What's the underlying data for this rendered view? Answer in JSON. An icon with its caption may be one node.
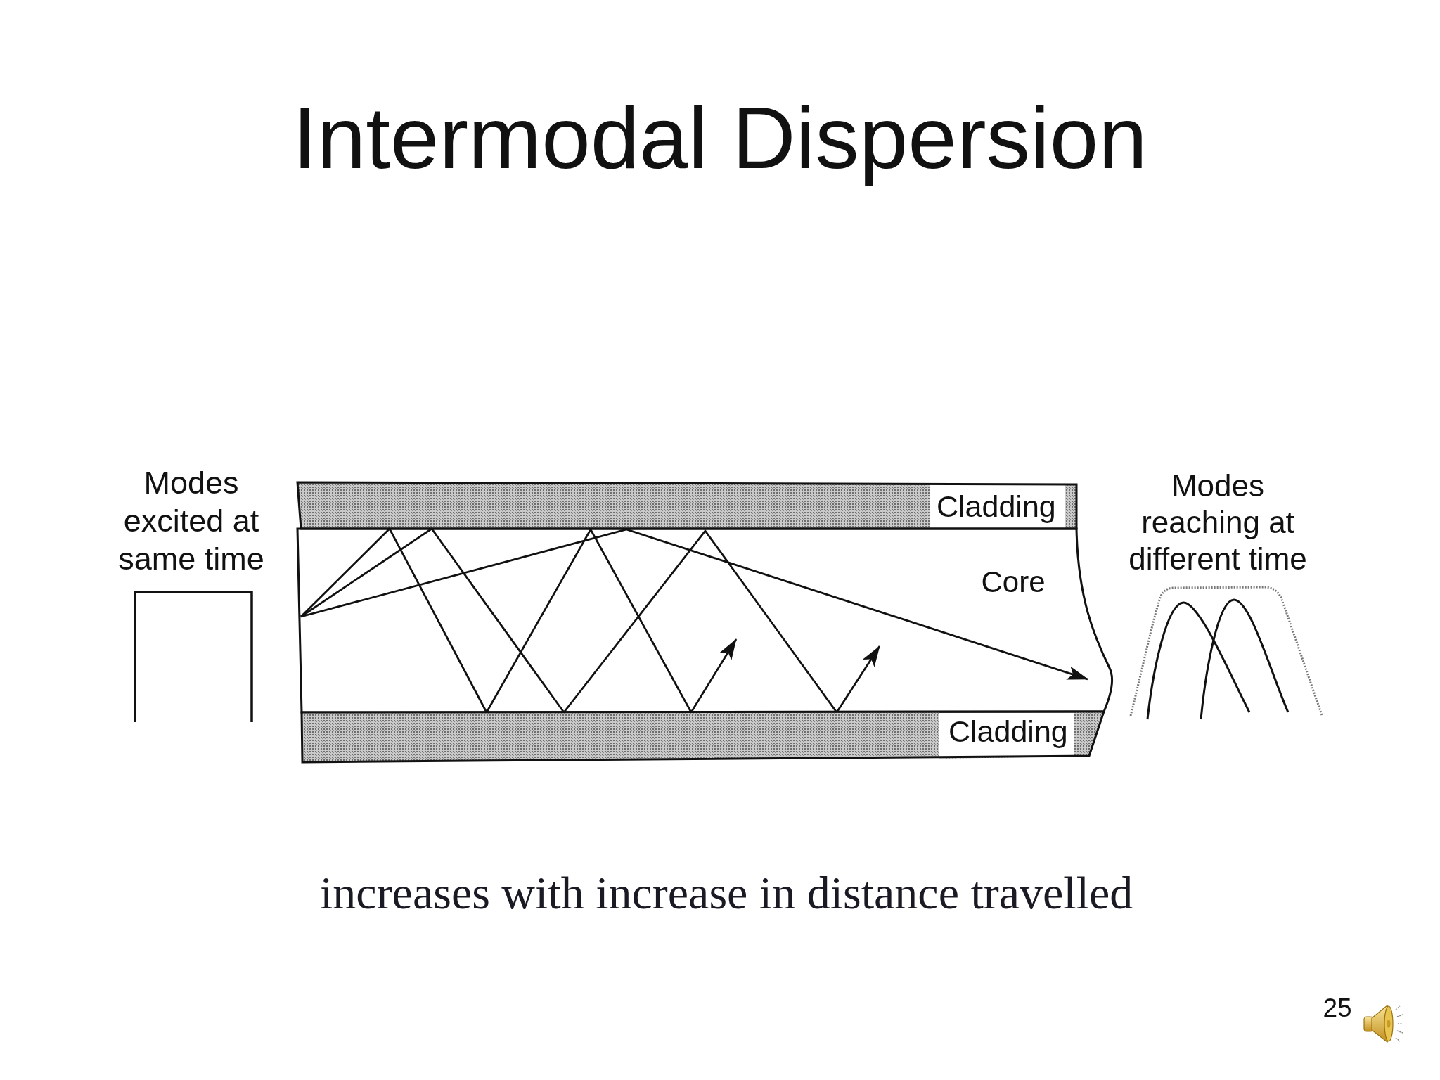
{
  "diagram": {
    "title": "Intermodal Dispersion",
    "caption": "increases with increase in distance travelled",
    "nodes": [
      {
        "text": [
          "Cladding"
        ]
      },
      {
        "text": [
          "Core"
        ]
      },
      {
        "text": [
          "Cladding"
        ]
      }
    ],
    "labels": [
      "Modes excited at same time",
      "Modes reaching at different time",
      "25"
    ]
  }
}
